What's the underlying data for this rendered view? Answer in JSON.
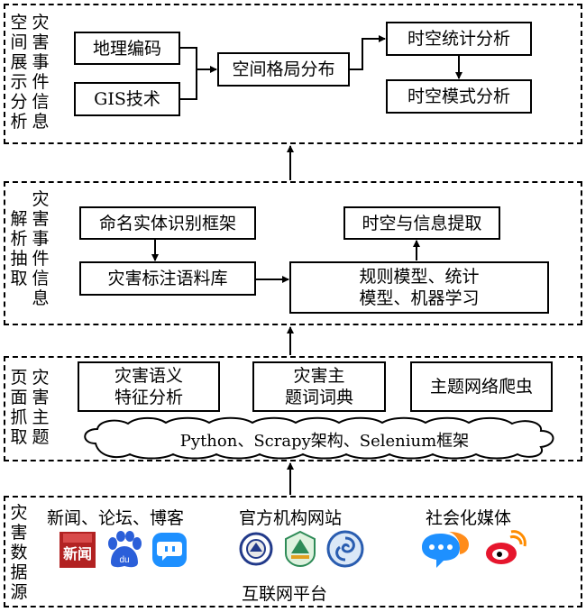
{
  "layers": {
    "display": {
      "title": "空间展示分析",
      "title2": "灾害事件信息",
      "boxes": {
        "geo_coding": "地理编码",
        "gis_tech": "GIS技术",
        "spatial_pattern": "空间格局分布",
        "stat_analysis": "时空统计分析",
        "pattern_analysis": "时空模式分析"
      }
    },
    "parse": {
      "title": "解析抽取",
      "title2": "灾害事件信息",
      "boxes": {
        "ner_framework": "命名实体识别框架",
        "corpus": "灾害标注语料库",
        "extraction": "时空与信息提取",
        "models": "规则模型、统计\n模型、机器学习"
      }
    },
    "crawl": {
      "title": "页面抓取",
      "title2": "灾害主题",
      "boxes": {
        "semantic": "灾害语义\n特征分析",
        "dictionary": "灾害主\n题词词典",
        "crawler": "主题网络爬虫"
      },
      "cloud_text": "Python、Scrapy架构、Selenium框架"
    },
    "source": {
      "title": "灾害数据源",
      "groups": {
        "news": "新闻、论坛、博客",
        "official": "官方机构网站",
        "social": "社会化媒体"
      },
      "platform": "互联网平台",
      "news_logo_text": "新闻"
    }
  }
}
